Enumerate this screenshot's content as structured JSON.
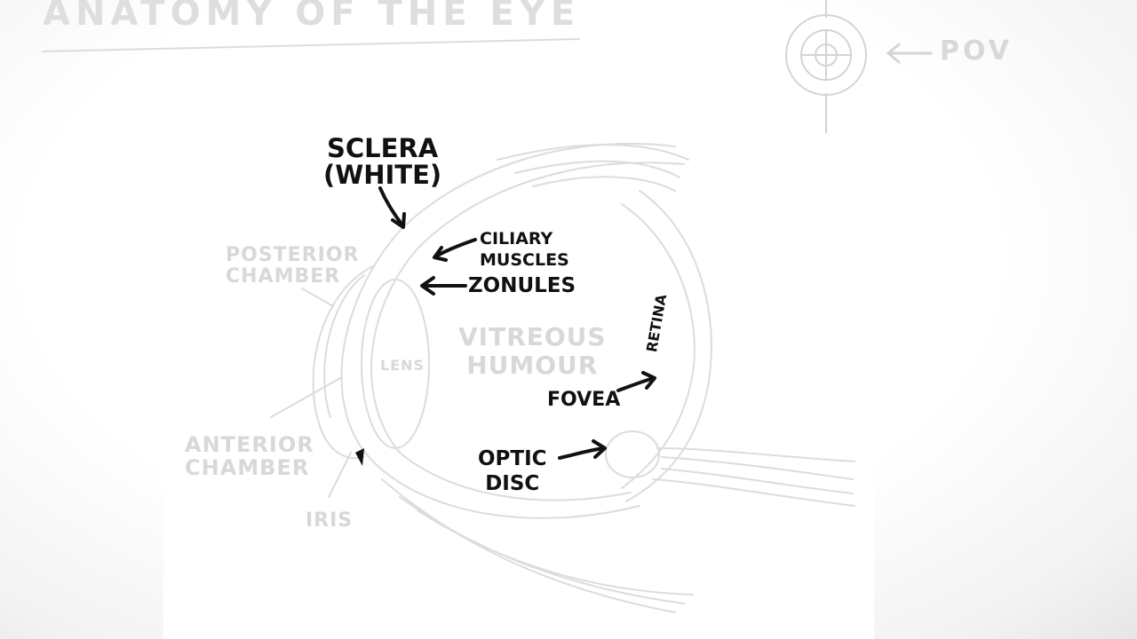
{
  "title": "Anatomy of the Eye",
  "pov": {
    "label": "POV"
  },
  "faint_labels": {
    "posterior_chamber": [
      "Posterior",
      "Chamber"
    ],
    "vitreous_humour": [
      "Vitreous",
      "Humour"
    ],
    "lens": "Lens",
    "anterior_chamber": [
      "Anterior",
      "Chamber"
    ],
    "iris": "Iris"
  },
  "labels": {
    "sclera": [
      "SCLERA",
      "(WHITE)"
    ],
    "ciliary_muscles": [
      "CILIARY",
      "MUSCLES"
    ],
    "zonules": "ZONULES",
    "retina": "RETINA",
    "fovea": "FOVEA",
    "optic_disc": [
      "OPTIC",
      "DISC"
    ]
  },
  "colors": {
    "ink": "#111111",
    "faint": "#d8d8d8",
    "paper": "#ffffff"
  }
}
